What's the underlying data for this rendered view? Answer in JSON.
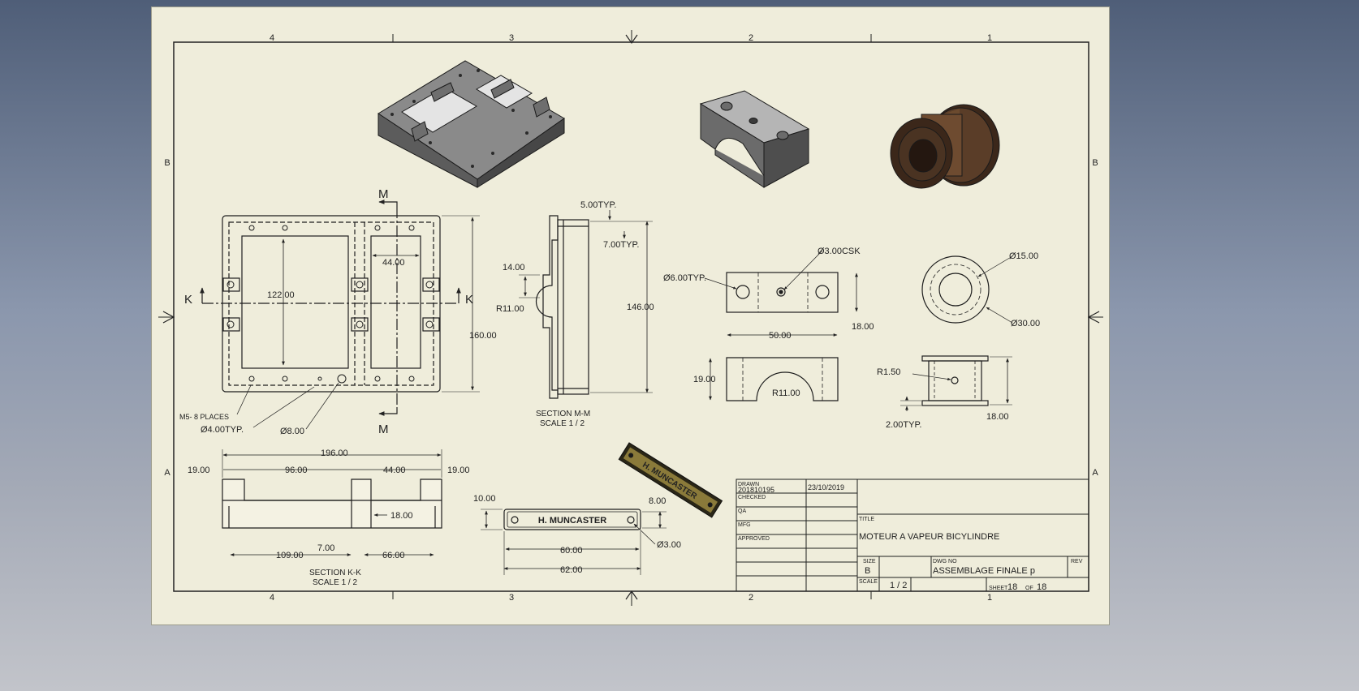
{
  "border": {
    "columns": [
      "4",
      "3",
      "2",
      "1"
    ],
    "rows": [
      "B",
      "A"
    ]
  },
  "plan_view": {
    "section_letter_m": "M",
    "section_letter_k": "K",
    "inner_width": "44.00",
    "inner_height": "122.00",
    "outer_height": "160.00",
    "note_m5": "M5- 8 PLACES",
    "note_hole4": "Ø4.00TYP.",
    "note_hole8": "Ø8.00"
  },
  "section_mm": {
    "dim_top": "5.00TYP.",
    "dim_step": "7.00TYP.",
    "dim_14": "14.00",
    "radius": "R11.00",
    "height": "146.00",
    "label": "SECTION M-M",
    "scale": "SCALE 1 / 2"
  },
  "section_kk": {
    "overall": "196.00",
    "left_edge": "19.00",
    "left_span": "96.00",
    "right_span": "44.00",
    "right_edge": "19.00",
    "depth": "18.00",
    "gap": "7.00",
    "bottom_left": "109.00",
    "bottom_right": "66.00",
    "label": "SECTION K-K",
    "scale": "SCALE 1 / 2"
  },
  "bearing_cap": {
    "hole_csk": "Ø3.00CSK",
    "hole_typ": "Ø6.00TYP.",
    "height": "18.00",
    "width": "50.00",
    "side_height": "19.00",
    "radius": "R11.00"
  },
  "pulley": {
    "dia_inner": "Ø15.00",
    "dia_outer": "Ø30.00",
    "radius": "R1.50",
    "flange": "2.00TYP.",
    "length": "18.00"
  },
  "nameplate": {
    "text": "H. MUNCASTER",
    "thickness": "10.00",
    "end": "8.00",
    "hole": "Ø3.00",
    "inner_len": "60.00",
    "outer_len": "62.00"
  },
  "title_block": {
    "drawn_label": "DRAWN",
    "drawn_by": "201810195",
    "drawn_date": "23/10/2019",
    "checked_label": "CHECKED",
    "qa_label": "QA",
    "mfg_label": "MFG",
    "approved_label": "APPROVED",
    "title_label": "TITLE",
    "title": "MOTEUR A VAPEUR BICYLINDRE",
    "size_label": "SIZE",
    "size": "B",
    "dwg_label": "DWG NO",
    "dwg_no": "ASSEMBLAGE FINALE p",
    "rev_label": "REV",
    "scale_label": "SCALE",
    "scale": "1 / 2",
    "sheet_label": "SHEET",
    "sheet_no": "18",
    "of_label": "OF",
    "sheet_total": "18"
  },
  "colors": {
    "paper": "#efeddb",
    "line": "#1e1e1e",
    "metal": "#7a7a7a",
    "bronze": "#6b4a2e"
  }
}
